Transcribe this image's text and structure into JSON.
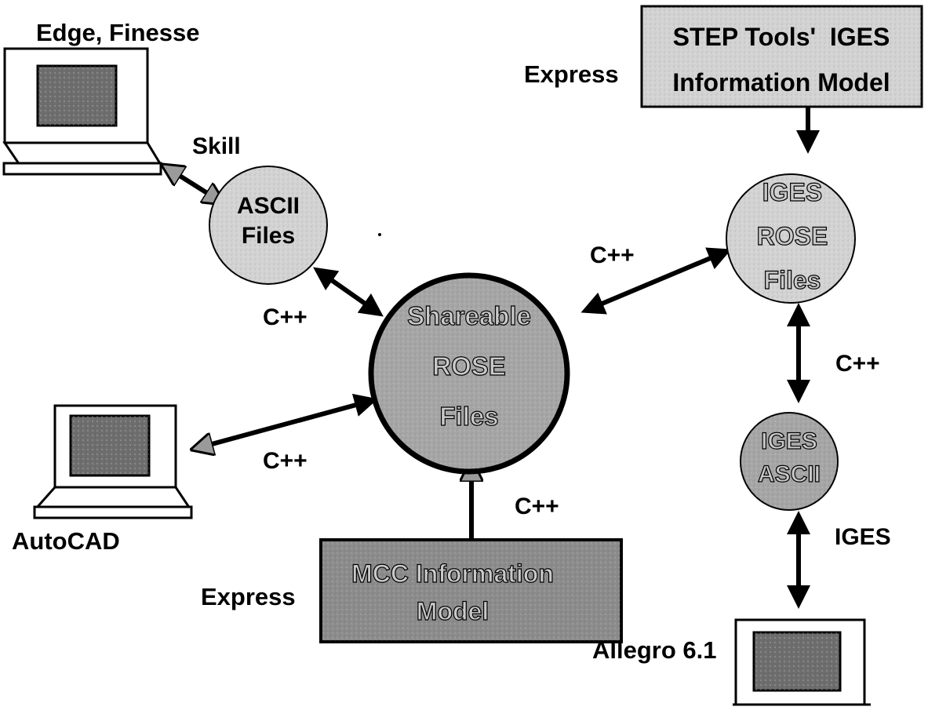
{
  "labels": {
    "edge_finesse": "Edge, Finesse",
    "autocad": "AutoCAD",
    "allegro": "Allegro 6.1",
    "skill": "Skill",
    "cpp_ascii": "C++",
    "cpp_autocad": "C++",
    "cpp_mcc": "C++",
    "cpp_iges_rose": "C++",
    "cpp_iges_ascii": "C++",
    "iges": "IGES",
    "express_top": "Express",
    "express_bottom": "Express"
  },
  "nodes": {
    "ascii_files": [
      "ASCII",
      "Files"
    ],
    "shareable_rose": [
      "Shareable",
      "ROSE",
      "Files"
    ],
    "iges_rose": [
      "IGES",
      "ROSE",
      "Files"
    ],
    "iges_ascii": [
      "IGES",
      "ASCII"
    ],
    "step_tools_model": [
      "STEP Tools'  IGES",
      "Information Model"
    ],
    "mcc_model": [
      "MCC Information",
      "Model"
    ]
  },
  "colors": {
    "light_fill": "#d3d3d3",
    "medium_fill": "#a6a6a6",
    "screen_fill": "#6e6e6e",
    "arrow_fill": "#9a9a9a",
    "stroke": "#000000"
  }
}
